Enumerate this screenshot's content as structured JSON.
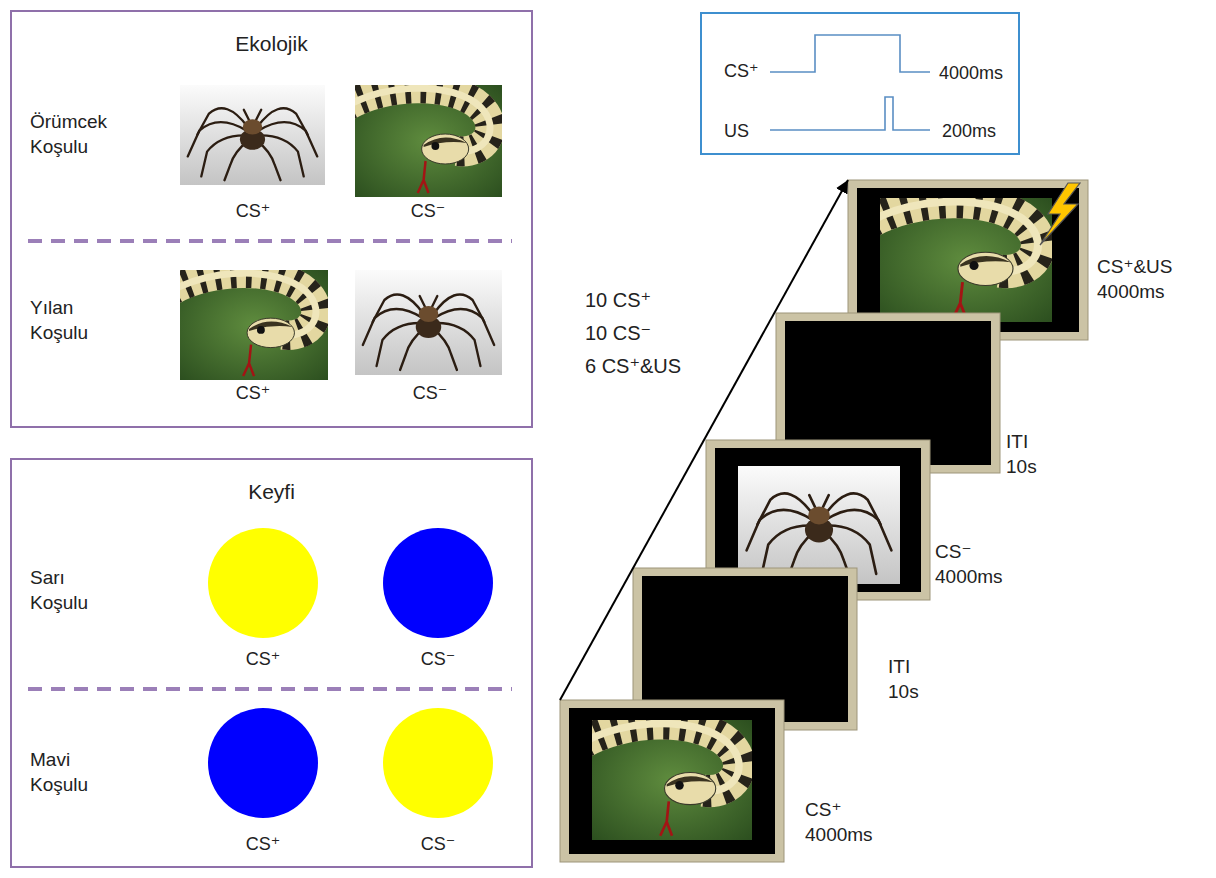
{
  "diagram": {
    "nodes": [
      {
        "text": [
          "Ekolojik"
        ]
      },
      {
        "text": [
          "Keyfi"
        ]
      },
      {
        "text": [
          "CS⁺",
          "4000ms",
          "US",
          "200ms"
        ]
      },
      {
        "text": [
          "CS⁺&US 4000ms"
        ]
      },
      {
        "text": [
          "ITI 10s"
        ]
      },
      {
        "text": [
          "CS⁻ 4000ms"
        ]
      },
      {
        "text": [
          "ITI 10s"
        ]
      },
      {
        "text": [
          "CS⁺ 4000ms"
        ]
      }
    ],
    "edges": [
      {
        "from": 7,
        "to": 3,
        "arrow": "to"
      }
    ],
    "labels": [
      "Örümcek Koşulu",
      "CS⁺",
      "CS⁻",
      "Yılan Koşulu",
      "CS⁺",
      "CS⁻",
      "Sarı Koşulu",
      "CS⁺",
      "CS⁻",
      "Mavi Koşulu",
      "CS⁺",
      "CS⁻",
      "10 CS⁺",
      "10 CS⁻",
      "6 CS⁺&US"
    ]
  }
}
